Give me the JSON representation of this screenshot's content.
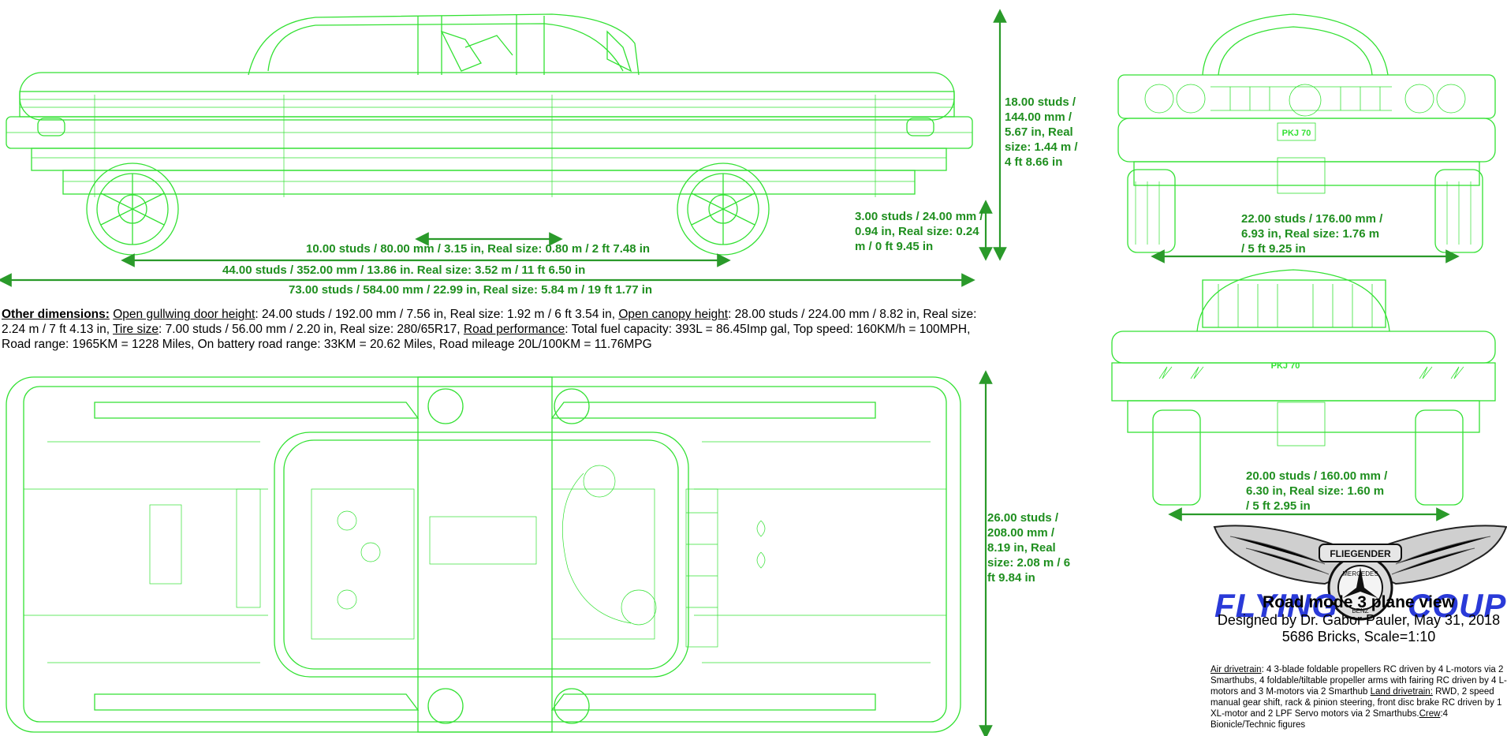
{
  "colors": {
    "line": "#33e133",
    "text_green": "#1f8f1f",
    "arrow": "#2a9a2a",
    "logo_blue": "#2a3ad8",
    "text": "#000000"
  },
  "dimensions": {
    "door_gap": "10.00 studs / 80.00 mm / 3.15 in, Real size: 0.80 m / 2 ft 7.48 in",
    "wheelbase": "44.00 studs / 352.00 mm / 13.86 in. Real size: 3.52 m / 11 ft 6.50 in",
    "length": "73.00 studs / 584.00 mm / 22.99 in, Real size: 5.84 m / 19 ft 1.77 in",
    "height": "18.00 studs / 144.00 mm / 5.67 in, Real size: 1.44 m / 4 ft 8.66 in",
    "ground_clearance": "3.00 studs / 24.00 mm / 0.94 in, Real size: 0.24 m / 0 ft 9.45 in",
    "front_track": "22.00 studs / 176.00 mm / 6.93 in, Real size: 1.76 m / 5 ft 9.25 in",
    "rear_track": "20.00 studs / 160.00 mm / 6.30 in, Real size: 1.60 m / 5 ft 2.95 in",
    "width": "26.00 studs / 208.00 mm / 8.19 in, Real size: 2.08 m / 6 ft 9.84 in"
  },
  "other_dimensions": {
    "heading": "Other dimensions:",
    "door_label": "Open gullwing door height",
    "door_value": ": 24.00 studs / 192.00 mm / 7.56 in, Real size: 1.92 m / 6 ft 3.54 in, ",
    "canopy_label": "Open canopy height",
    "canopy_value": ": 28.00 studs / 224.00 mm / 8.82 in, Real size: 2.24 m / 7 ft 4.13 in, ",
    "tire_label": "Tire size",
    "tire_value": ": 7.00 studs / 56.00 mm / 2.20 in, Real size: 280/65R17, ",
    "road_label": "Road performance",
    "road_value": ": Total fuel capacity: 393L = 86.45Imp gal, Top speed: 160KM/h = 100MPH, Road range: 1965KM = 1228 Miles, On battery road range: 33KM = 20.62 Miles, Road mileage 20L/100KM = 11.76MPG"
  },
  "logo": {
    "badge_text": "FLIEGENDER",
    "ring_text_top": "MERCEDES",
    "ring_text_bottom": "BENZ",
    "word_left": "FLYING",
    "word_right": "COUPE",
    "icon": "winged-star-emblem"
  },
  "title_block": {
    "title": "Road mode 3 plane view",
    "designer": "Designed by Dr. Gabor Pauler, May 31, 2018",
    "bricks": "5686 Bricks, Scale=1:10"
  },
  "specs": {
    "air_label": "Air drivetrain",
    "air_value": ": 4 3-blade foldable propellers RC driven by 4 L-motors via 2 Smarthubs, 4 foldable/tiltable propeller arms with fairing RC driven by 4 L-motors and 3 M-motors via 2 Smarthub",
    "land_label": "Land drivetrain:",
    "land_value": " RWD, 2 speed manual gear shift, rack & pinion steering, front disc brake RC driven by 1 XL-motor and 2 LPF Servo motors via 2 Smarthubs.",
    "crew_label": "Crew",
    "crew_value": ":4 Bionicle/Technic figures"
  },
  "plates": {
    "front": "PKJ 70",
    "rear": "PKJ 70"
  }
}
